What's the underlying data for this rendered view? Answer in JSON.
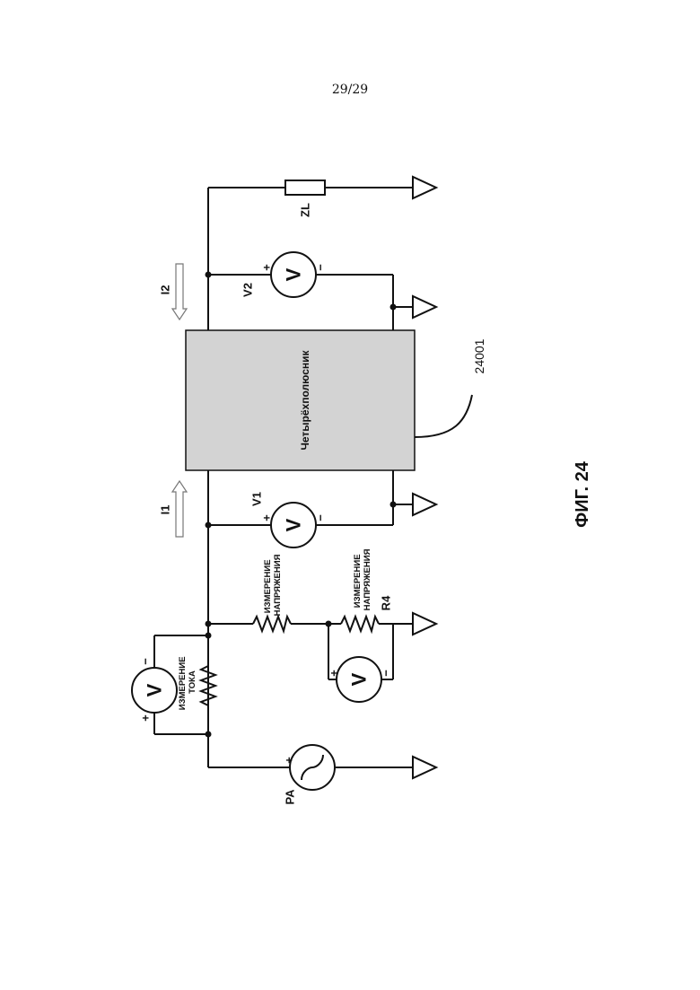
{
  "page_number": "29/29",
  "figure_label": "ФИГ. 24",
  "two_port": {
    "label": "Четырёхполюсник",
    "ref": "24001"
  },
  "components": {
    "source": "PA",
    "load": "ZL",
    "voltmeter_input": "V1",
    "voltmeter_output": "V2",
    "current_in": "I1",
    "current_out": "I2",
    "resistor": "R4",
    "current_measure": [
      "ИЗМЕРЕНИЕ",
      "ТОКА"
    ],
    "voltage_measure_1": [
      "ИЗМЕРЕНИЕ",
      "НАПРЯЖЕНИЯ"
    ],
    "voltage_measure_2": [
      "ИЗМЕРЕНИЕ",
      "НАПРЯЖЕНИЯ"
    ]
  },
  "symbols": {
    "voltmeter": "V",
    "plus": "+",
    "minus": "−"
  }
}
